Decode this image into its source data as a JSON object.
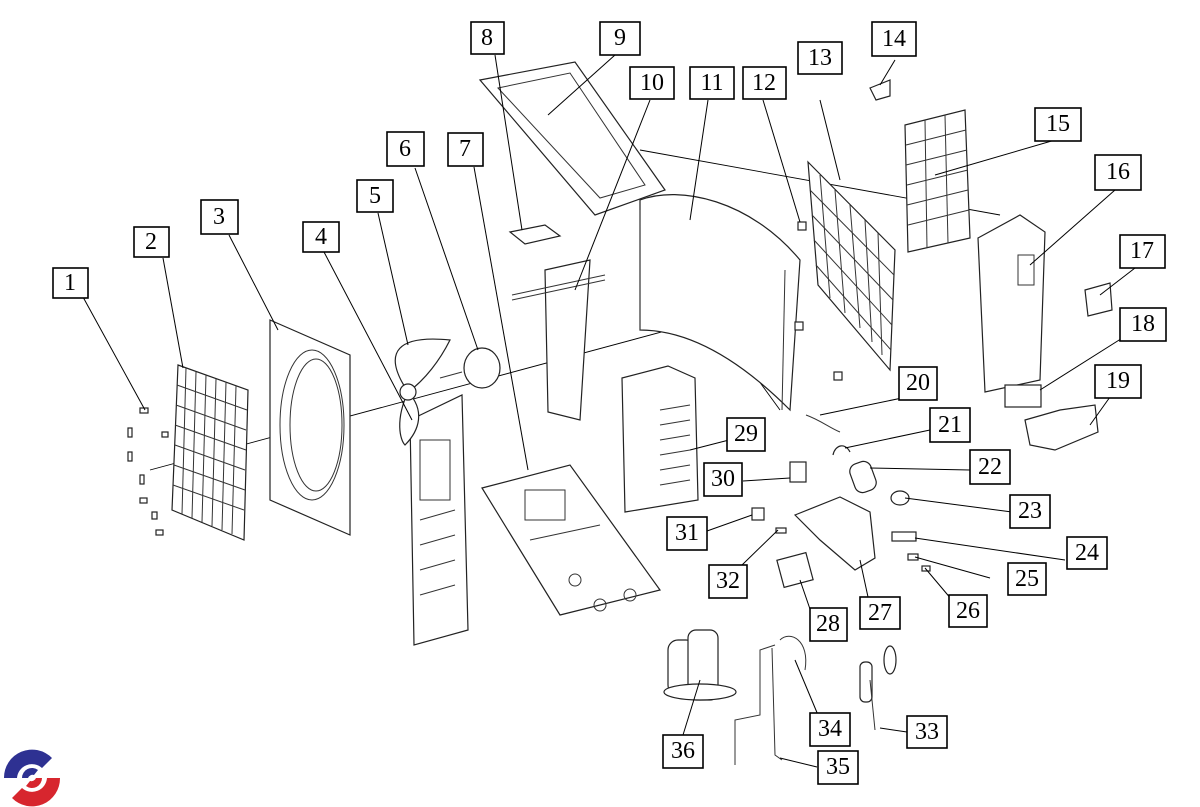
{
  "diagram": {
    "title": "Outdoor air-conditioner unit exploded parts view",
    "brand_logo": "circular-swirl-logo",
    "colors": {
      "logo_blue": "#2e3192",
      "logo_red": "#d7262e",
      "line": "#000000",
      "background": "#ffffff"
    },
    "callouts": [
      {
        "id": "c1",
        "label": "1"
      },
      {
        "id": "c2",
        "label": "2"
      },
      {
        "id": "c3",
        "label": "3"
      },
      {
        "id": "c4",
        "label": "4"
      },
      {
        "id": "c5",
        "label": "5"
      },
      {
        "id": "c6",
        "label": "6"
      },
      {
        "id": "c7",
        "label": "7"
      },
      {
        "id": "c8",
        "label": "8"
      },
      {
        "id": "c9",
        "label": "9"
      },
      {
        "id": "c10",
        "label": "10"
      },
      {
        "id": "c11",
        "label": "11"
      },
      {
        "id": "c12",
        "label": "12"
      },
      {
        "id": "c13",
        "label": "13"
      },
      {
        "id": "c14",
        "label": "14"
      },
      {
        "id": "c15",
        "label": "15"
      },
      {
        "id": "c16",
        "label": "16"
      },
      {
        "id": "c17",
        "label": "17"
      },
      {
        "id": "c18",
        "label": "18"
      },
      {
        "id": "c19",
        "label": "19"
      },
      {
        "id": "c20",
        "label": "20"
      },
      {
        "id": "c21",
        "label": "21"
      },
      {
        "id": "c22",
        "label": "22"
      },
      {
        "id": "c23",
        "label": "23"
      },
      {
        "id": "c24",
        "label": "24"
      },
      {
        "id": "c25",
        "label": "25"
      },
      {
        "id": "c26",
        "label": "26"
      },
      {
        "id": "c27",
        "label": "27"
      },
      {
        "id": "c28",
        "label": "28"
      },
      {
        "id": "c29",
        "label": "29"
      },
      {
        "id": "c30",
        "label": "30"
      },
      {
        "id": "c31",
        "label": "31"
      },
      {
        "id": "c32",
        "label": "32"
      },
      {
        "id": "c33",
        "label": "33"
      },
      {
        "id": "c34",
        "label": "34"
      },
      {
        "id": "c35",
        "label": "35"
      },
      {
        "id": "c36",
        "label": "36"
      }
    ]
  }
}
